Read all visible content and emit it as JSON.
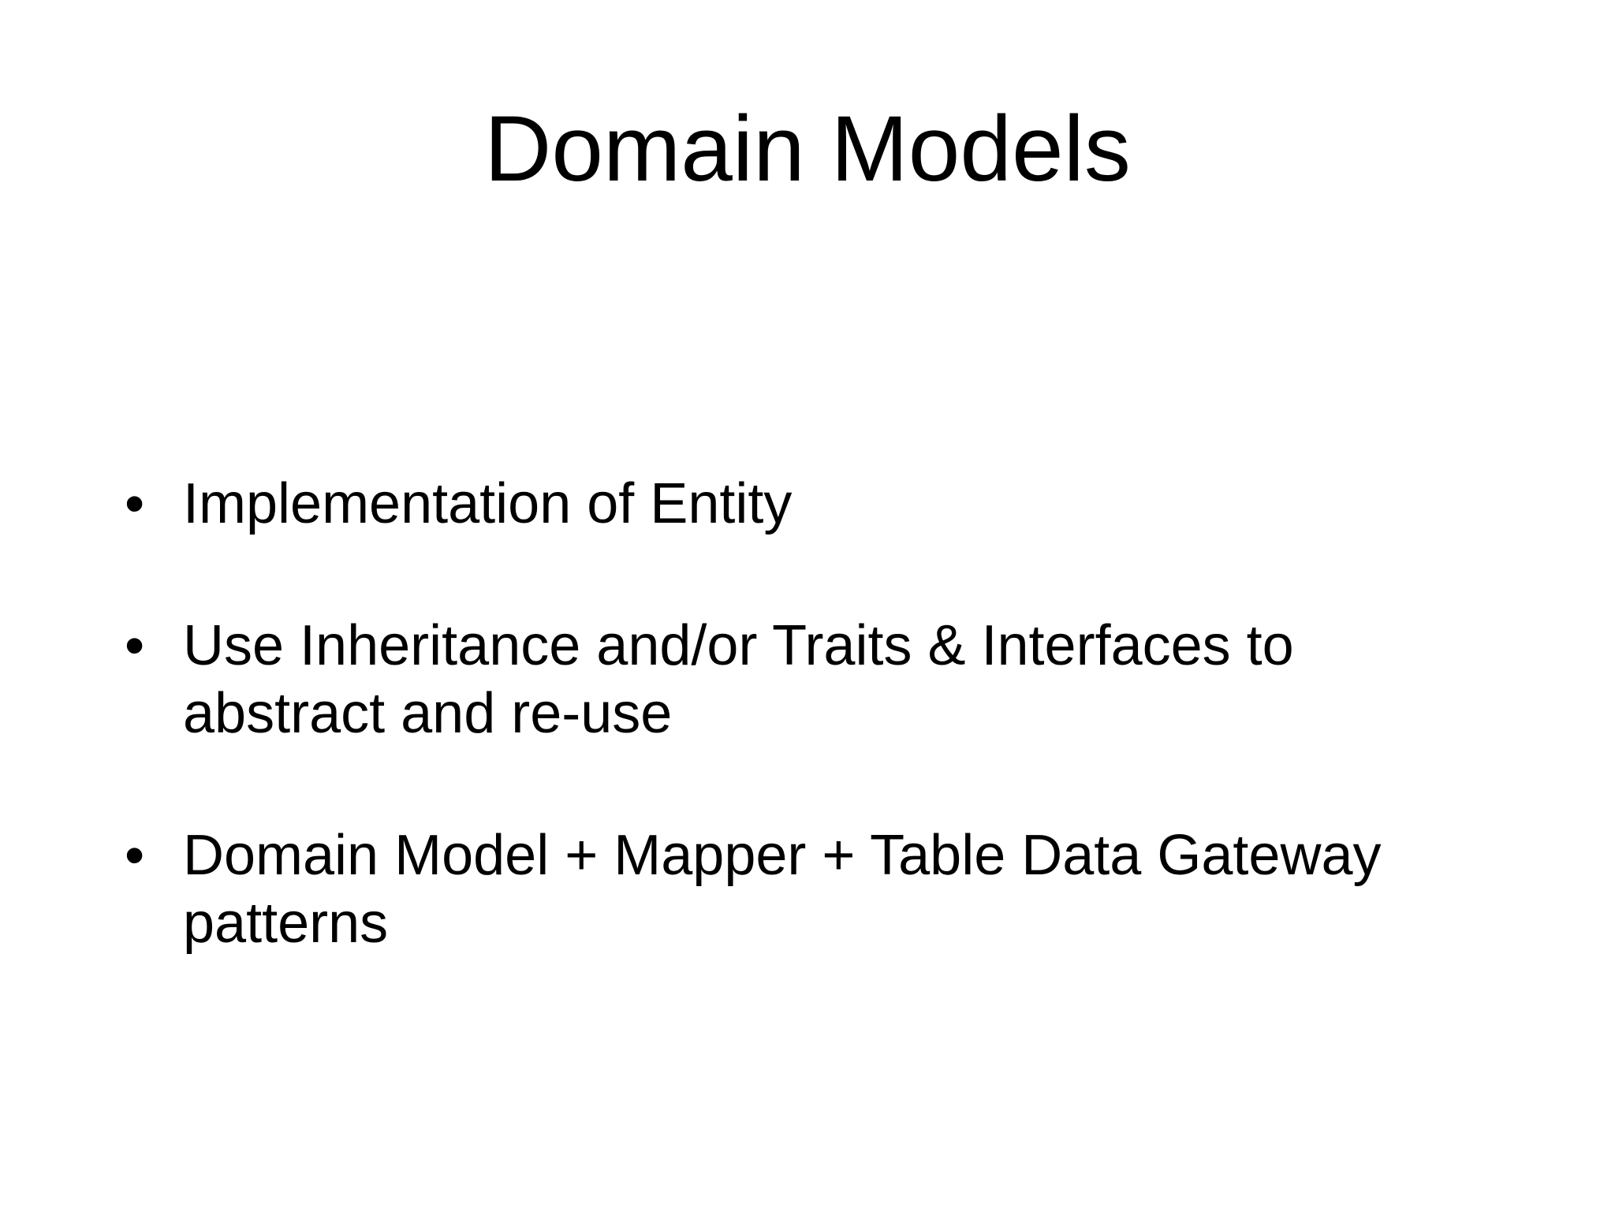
{
  "slide": {
    "title": "Domain Models",
    "background_color": "#ffffff",
    "text_color": "#000000",
    "bullet_glyph": "•",
    "bullets": [
      {
        "marker": "•",
        "text": "Implementation of Entity"
      },
      {
        "marker": "•",
        "text": "Use Inheritance and/or Traits & Interfaces to abstract and re-use"
      },
      {
        "marker": "•",
        "text": "Domain Model + Mapper + Table Data Gateway patterns"
      }
    ]
  }
}
